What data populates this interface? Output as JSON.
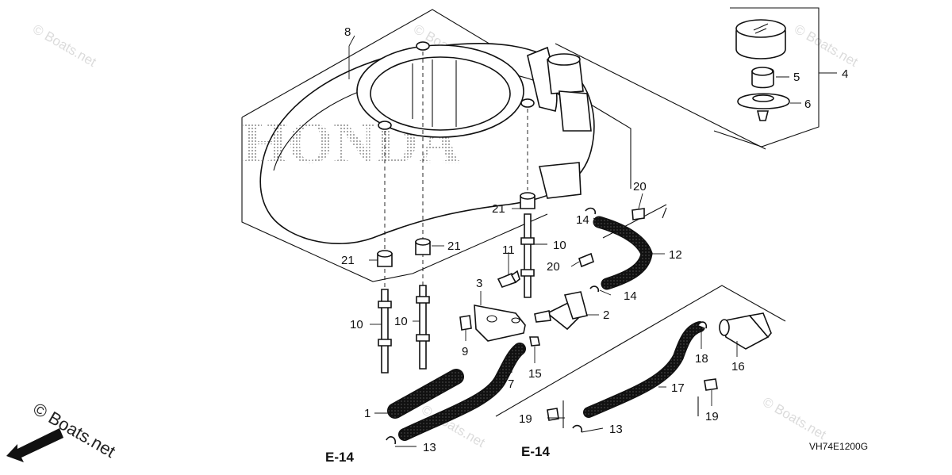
{
  "watermark": {
    "text": "© Boats.net"
  },
  "brand_lettering": "HONDA",
  "diagram_code": "VH74E1200G",
  "reference_labels": {
    "left": "E-14",
    "right": "E-14"
  },
  "callouts": {
    "c1": "1",
    "c2": "2",
    "c3": "3",
    "c4": "4",
    "c5": "5",
    "c6": "6",
    "c7": "7",
    "c8": "8",
    "c9": "9",
    "c10a": "10",
    "c10b": "10",
    "c10c": "10",
    "c11": "11",
    "c12": "12",
    "c13a": "13",
    "c13b": "13",
    "c14a": "14",
    "c14b": "14",
    "c15": "15",
    "c16": "16",
    "c17": "17",
    "c18": "18",
    "c19a": "19",
    "c19b": "19",
    "c20a": "20",
    "c20b": "20",
    "c21a": "21",
    "c21b": "21",
    "c21c": "21"
  },
  "icons": {
    "front_arrow": "front-arrow-icon"
  }
}
